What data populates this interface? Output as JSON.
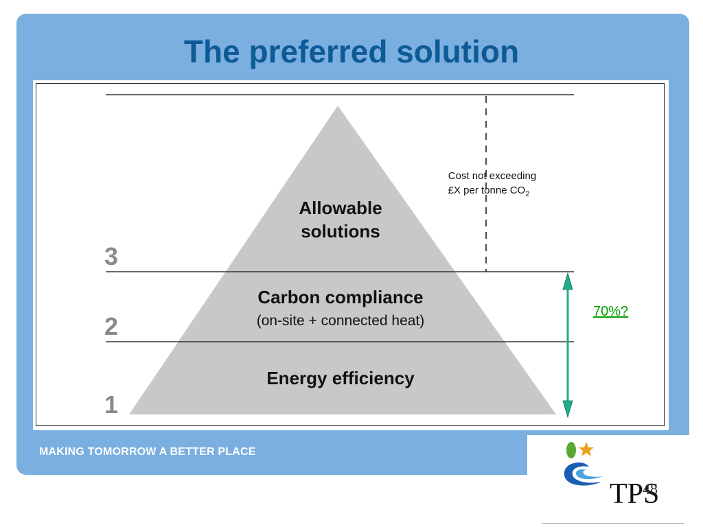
{
  "slide": {
    "title": "The preferred solution",
    "tagline": "MAKING TOMORROW A BETTER PLACE",
    "page_number": "48"
  },
  "logo": {
    "text": "TPS"
  },
  "diagram": {
    "levels": [
      {
        "number": "1",
        "label": "Energy efficiency"
      },
      {
        "number": "2",
        "label": "Carbon compliance",
        "sublabel": "(on-site + connected heat)"
      },
      {
        "number": "3",
        "label_lines": [
          "Allowable",
          "solutions"
        ]
      }
    ],
    "cost_note": {
      "line1": "Cost not exceeding",
      "line2_prefix": "£X per tonne CO",
      "line2_subscript": "2"
    },
    "arrow_label": "70%?",
    "colors": {
      "pyramid": "#c8c8c8",
      "arrow": "#1fae8a",
      "arrow_label": "#00a000",
      "level_number": "#8a8a8a"
    }
  }
}
